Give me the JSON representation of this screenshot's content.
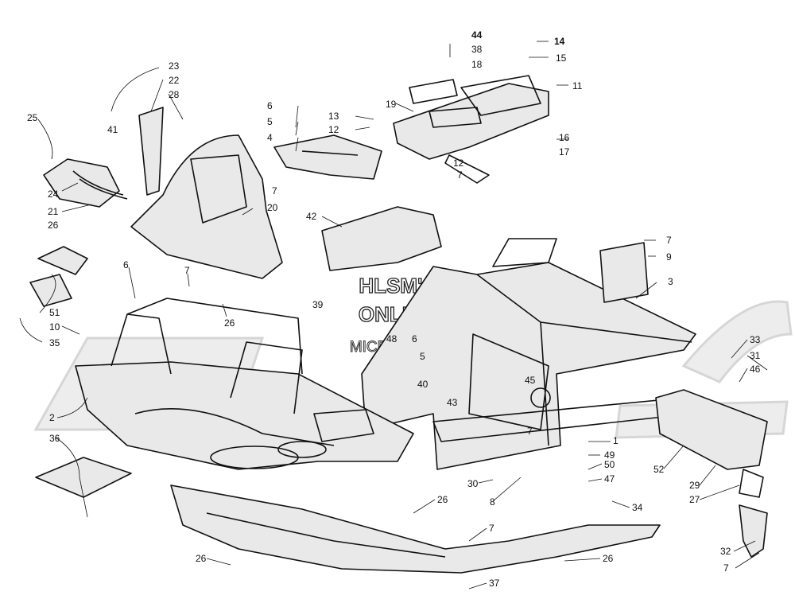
{
  "watermark": {
    "line1": "HLSM'S",
    "line2": "ONLINE",
    "line3": "MICROFICHE"
  },
  "callouts": [
    {
      "label": "44"
    },
    {
      "label": "14"
    },
    {
      "label": "15"
    },
    {
      "label": "38"
    },
    {
      "label": "18"
    },
    {
      "label": "11"
    },
    {
      "label": "19"
    },
    {
      "label": "16"
    },
    {
      "label": "17"
    },
    {
      "label": "13"
    },
    {
      "label": "12"
    },
    {
      "label": "12"
    },
    {
      "label": "7"
    },
    {
      "label": "6"
    },
    {
      "label": "5"
    },
    {
      "label": "4"
    },
    {
      "label": "7"
    },
    {
      "label": "23"
    },
    {
      "label": "22"
    },
    {
      "label": "28"
    },
    {
      "label": "41"
    },
    {
      "label": "25"
    },
    {
      "label": "24"
    },
    {
      "label": "21"
    },
    {
      "label": "26"
    },
    {
      "label": "20"
    },
    {
      "label": "42"
    },
    {
      "label": "7"
    },
    {
      "label": "9"
    },
    {
      "label": "3"
    },
    {
      "label": "6"
    },
    {
      "label": "7"
    },
    {
      "label": "51"
    },
    {
      "label": "10"
    },
    {
      "label": "35"
    },
    {
      "label": "39"
    },
    {
      "label": "26"
    },
    {
      "label": "48"
    },
    {
      "label": "6"
    },
    {
      "label": "5"
    },
    {
      "label": "45"
    },
    {
      "label": "40"
    },
    {
      "label": "43"
    },
    {
      "label": "7"
    },
    {
      "label": "33"
    },
    {
      "label": "31"
    },
    {
      "label": "46"
    },
    {
      "label": "2"
    },
    {
      "label": "36"
    },
    {
      "label": "1"
    },
    {
      "label": "49"
    },
    {
      "label": "50"
    },
    {
      "label": "47"
    },
    {
      "label": "52"
    },
    {
      "label": "29"
    },
    {
      "label": "27"
    },
    {
      "label": "30"
    },
    {
      "label": "8"
    },
    {
      "label": "26"
    },
    {
      "label": "34"
    },
    {
      "label": "7"
    },
    {
      "label": "26"
    },
    {
      "label": "26"
    },
    {
      "label": "37"
    },
    {
      "label": "32"
    },
    {
      "label": "7"
    }
  ]
}
